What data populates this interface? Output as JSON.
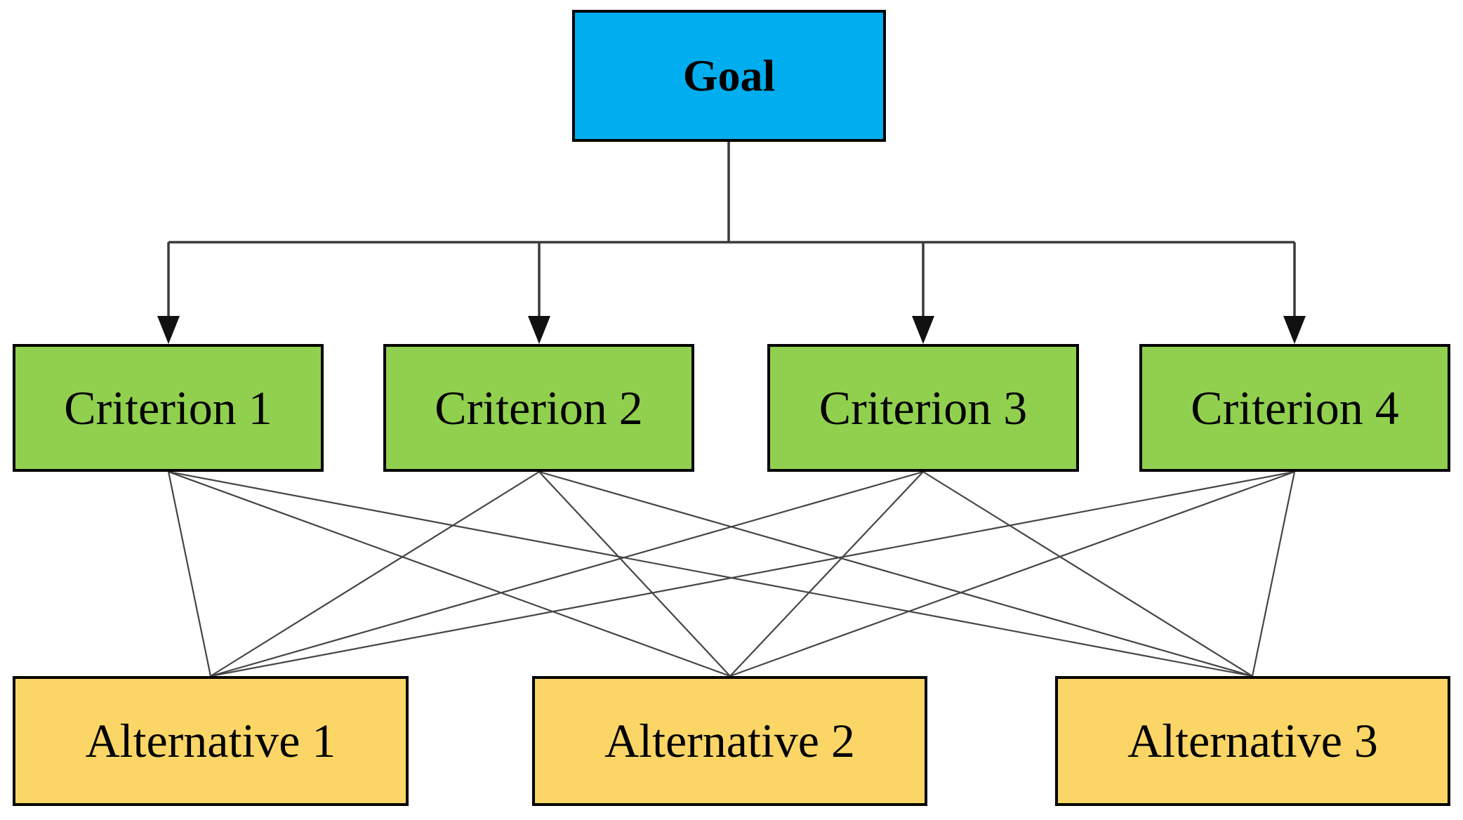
{
  "diagram": {
    "goal": {
      "label": "Goal"
    },
    "criteria": [
      {
        "label": "Criterion 1"
      },
      {
        "label": "Criterion 2"
      },
      {
        "label": "Criterion 3"
      },
      {
        "label": "Criterion 4"
      }
    ],
    "alternatives": [
      {
        "label": "Alternative 1"
      },
      {
        "label": "Alternative 2"
      },
      {
        "label": "Alternative 3"
      }
    ],
    "edges": {
      "goal_to_criteria": "arrow from goal to each criterion",
      "criteria_to_alternatives": "plain line from each criterion to each alternative"
    },
    "colors": {
      "goal_fill": "#00AEEF",
      "criterion_fill": "#90D04E",
      "alternative_fill": "#FBD666",
      "border": "#000000",
      "connector": "#3a3a3a",
      "background": "#ffffff"
    }
  }
}
